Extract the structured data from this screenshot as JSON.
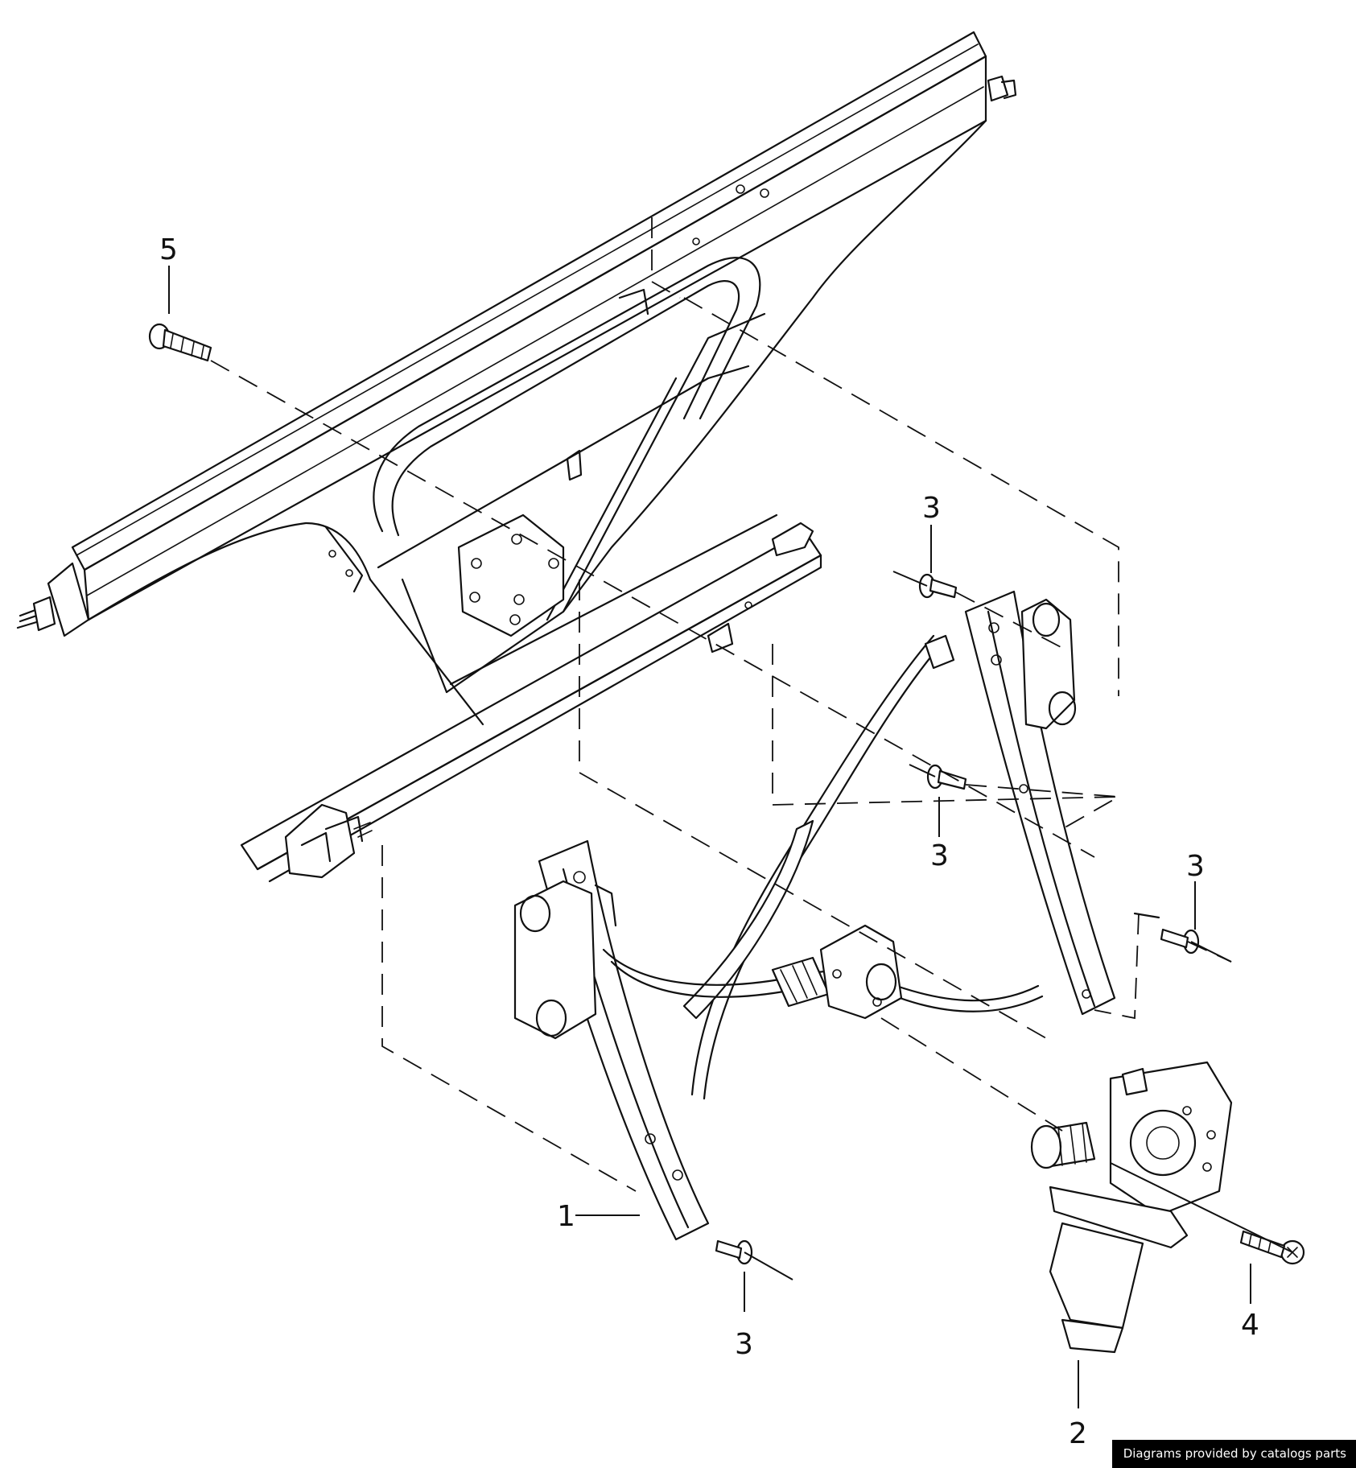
{
  "callouts": [
    {
      "id": "c1",
      "label": "1"
    },
    {
      "id": "c2",
      "label": "2"
    },
    {
      "id": "c3a",
      "label": "3"
    },
    {
      "id": "c3b",
      "label": "3"
    },
    {
      "id": "c3c",
      "label": "3"
    },
    {
      "id": "c3d",
      "label": "3"
    },
    {
      "id": "c4",
      "label": "4"
    },
    {
      "id": "c5",
      "label": "5"
    }
  ],
  "attribution": "Diagrams provided by catalogs parts"
}
